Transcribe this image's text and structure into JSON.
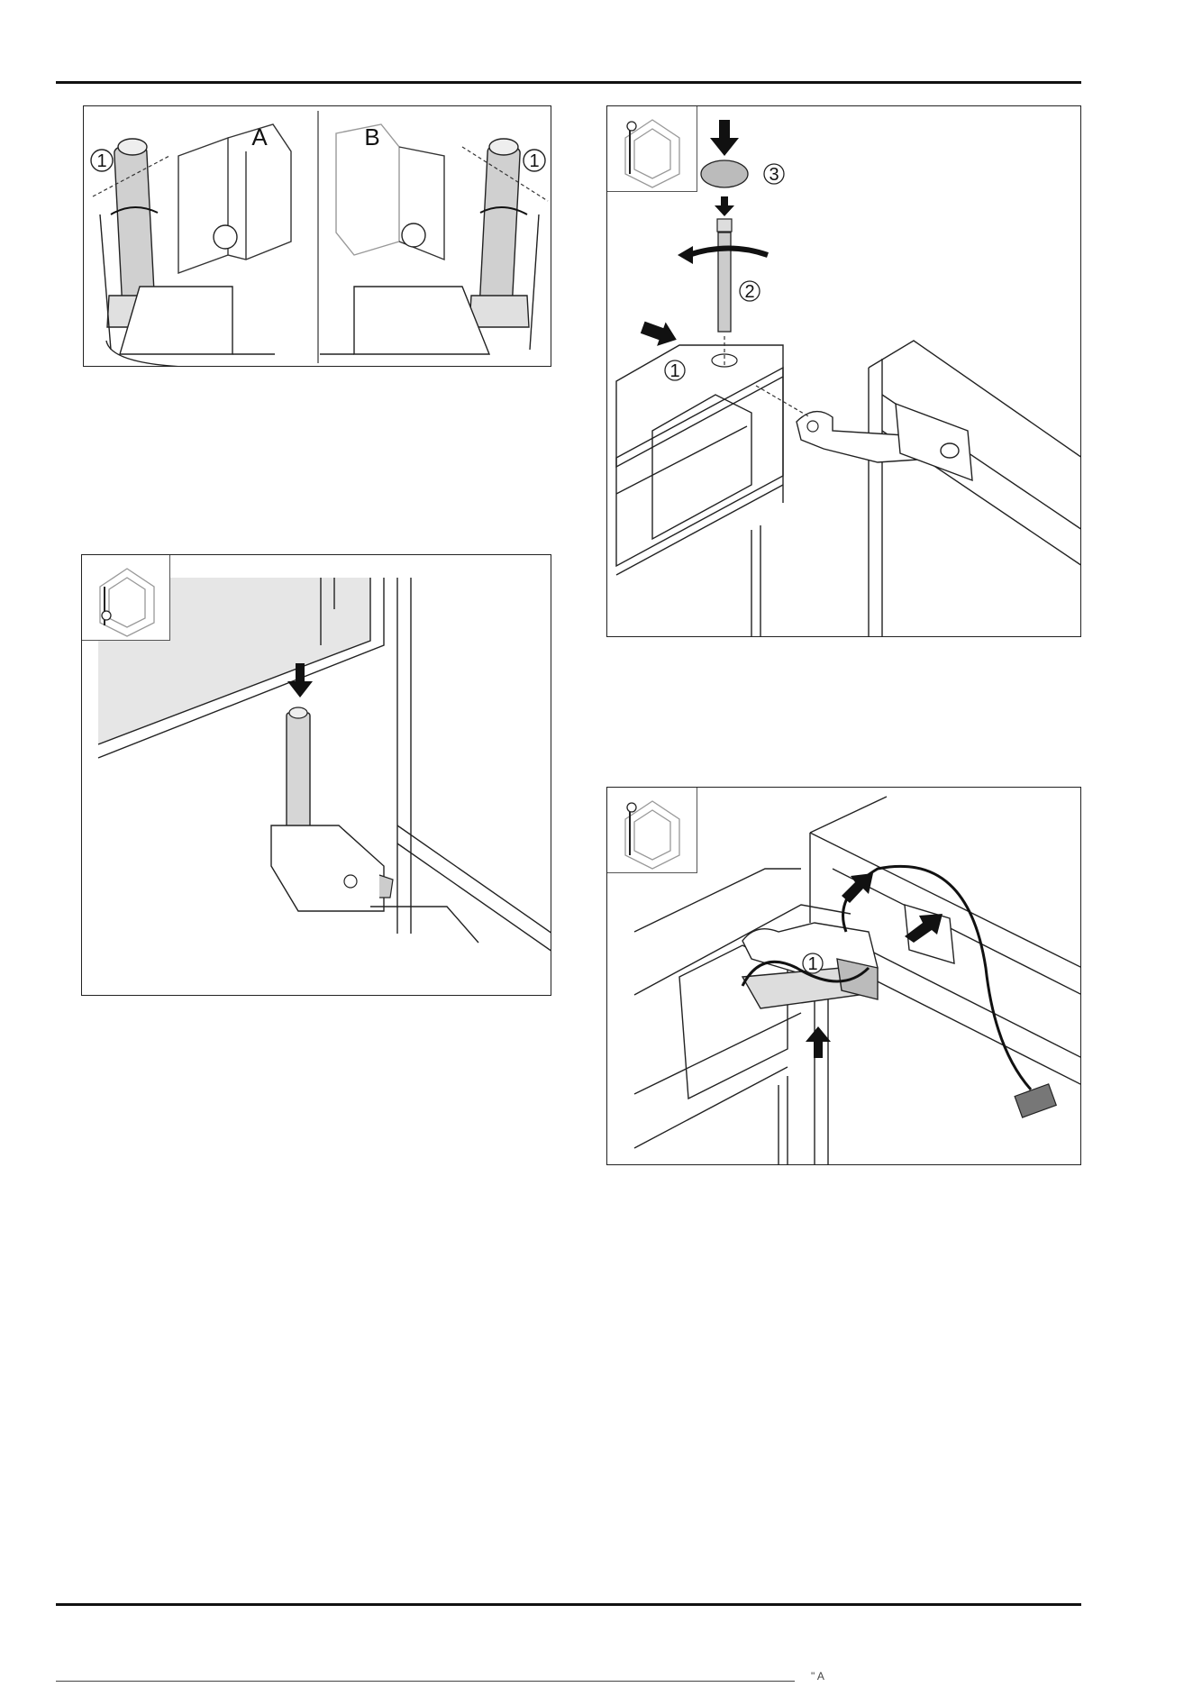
{
  "figures": {
    "fig1": {
      "panel_a_label": "A",
      "panel_b_label": "B",
      "callout_a": "1",
      "callout_b": "1"
    },
    "fig2": {
      "inset_marker": "a"
    },
    "fig3": {
      "callout_1": "1",
      "callout_2": "2",
      "callout_3": "3"
    },
    "fig4": {
      "callout_1": "1"
    }
  },
  "footer": {
    "fragment": "\" A"
  },
  "colors": {
    "line": "#222222",
    "panel_fill": "#e6e6e6",
    "part_fill": "#cfcfcf",
    "arrow_fill": "#111111"
  }
}
